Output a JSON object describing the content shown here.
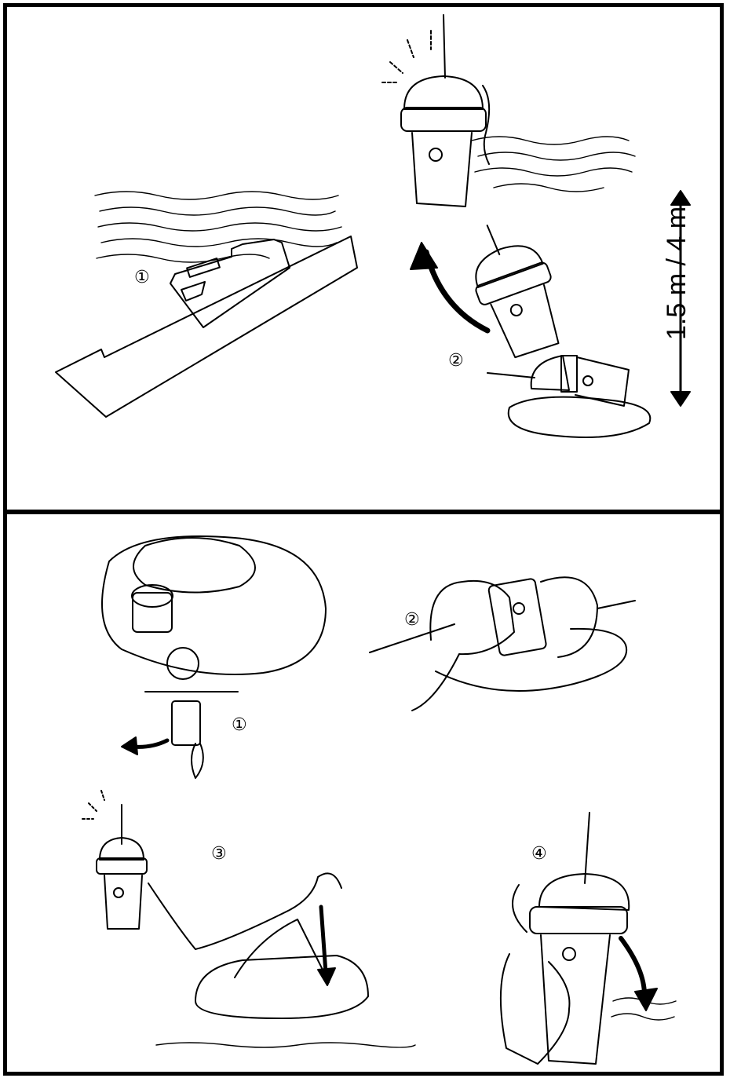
{
  "top_panel": {
    "step_1": "①",
    "step_2": "②",
    "height_label": "1.5 m / 4 m"
  },
  "bottom_panel": {
    "step_1": "①",
    "step_2": "②",
    "step_3": "③",
    "step_4": "④"
  },
  "colors": {
    "line": "#000000",
    "background": "#ffffff"
  },
  "icons": [
    "sinking-ship-icon",
    "emergency-beacon-icon",
    "float-free-bracket-icon",
    "hand-icon",
    "life-raft-icon",
    "waves-icon",
    "arrow-icon"
  ]
}
